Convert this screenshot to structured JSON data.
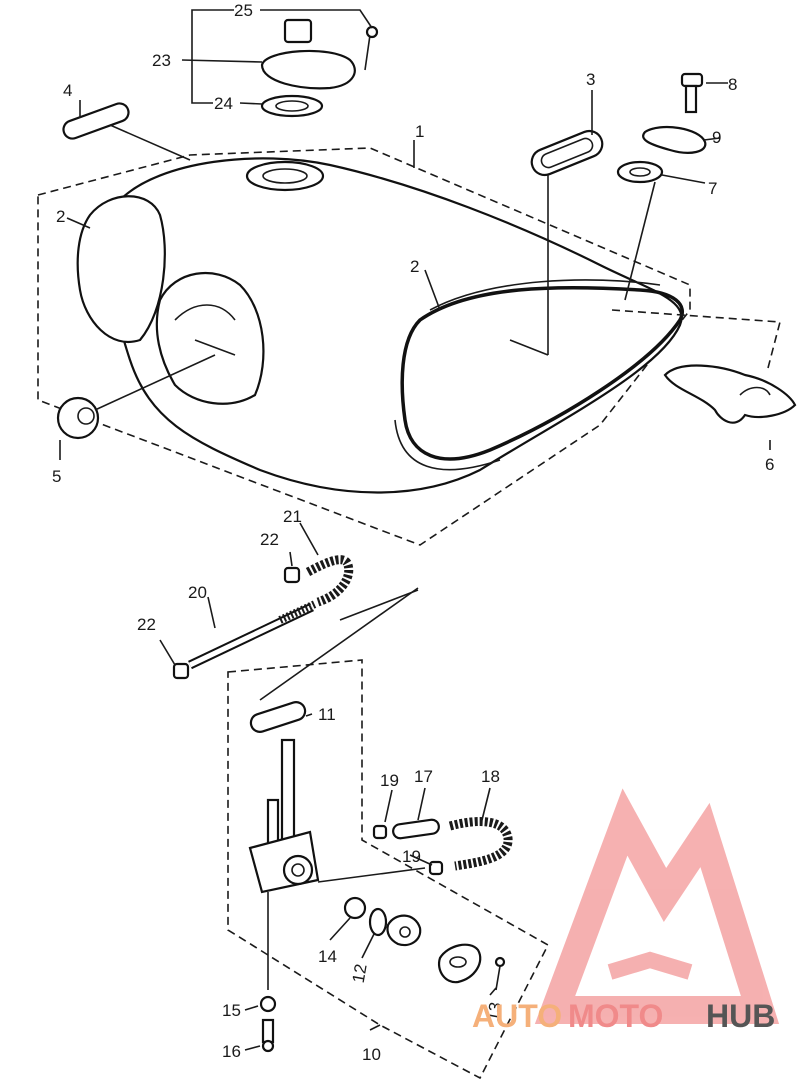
{
  "labels": [
    "1",
    "2",
    "2",
    "3",
    "4",
    "5",
    "6",
    "7",
    "8",
    "9",
    "10",
    "11",
    "12",
    "13",
    "14",
    "15",
    "16",
    "17",
    "18",
    "19",
    "19",
    "20",
    "21",
    "22",
    "22",
    "23",
    "24",
    "25"
  ],
  "watermark": {
    "text_auto": "AUTO",
    "text_moto": "MOTO",
    "text_hub": "HUB",
    "color_auto": "#f5b07a",
    "color_moto": "#f08a8a",
    "color_hub": "#555555",
    "color_logo": "#f4a3a3"
  }
}
